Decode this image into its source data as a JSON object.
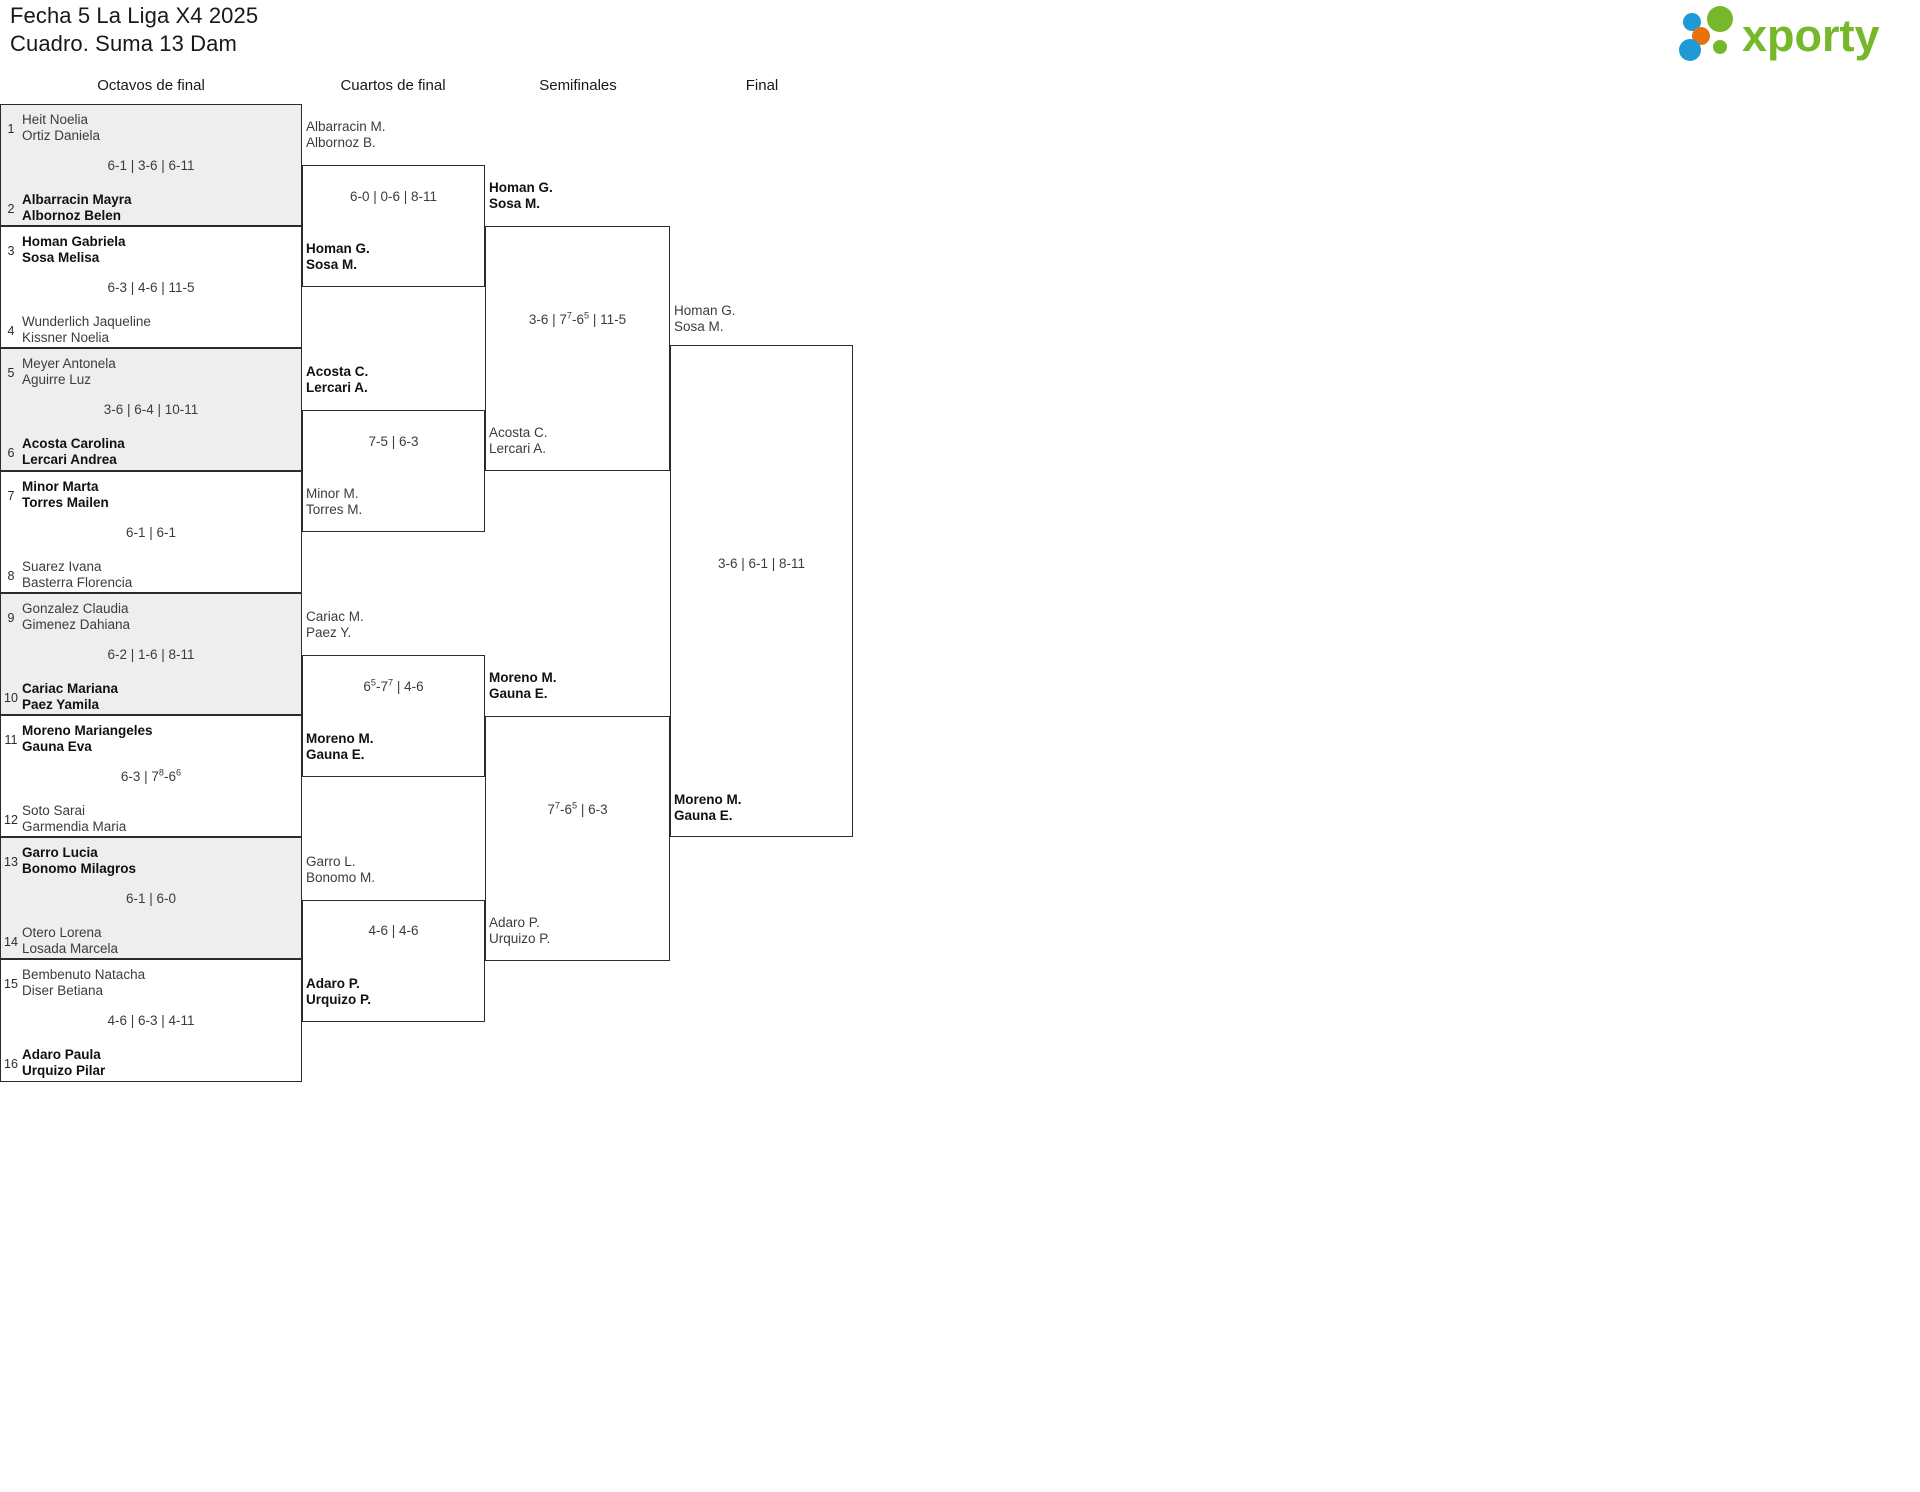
{
  "header": {
    "title": "Fecha 5 La Liga X4 2025\nCuadro. Suma 13 Dam",
    "logo_text": "xporty",
    "logo_colors": {
      "blue": "#1e9bd7",
      "orange": "#e8730c",
      "green": "#76b82a"
    }
  },
  "rounds": [
    {
      "key": "r16",
      "label": "Octavos de final"
    },
    {
      "key": "qf",
      "label": "Cuartos de final"
    },
    {
      "key": "sf",
      "label": "Semifinales"
    },
    {
      "key": "f",
      "label": "Final"
    }
  ],
  "round_of_16": [
    {
      "score": "6-1 | 3-6 | 6-11",
      "top": {
        "seed": "1",
        "p1": "Heit Noelia",
        "p2": "Ortiz Daniela",
        "winner": false
      },
      "bottom": {
        "seed": "2",
        "p1": "Albarracin Mayra",
        "p2": "Albornoz Belen",
        "winner": true
      }
    },
    {
      "score": "6-3 | 4-6 | 11-5",
      "top": {
        "seed": "3",
        "p1": "Homan Gabriela",
        "p2": "Sosa Melisa",
        "winner": true
      },
      "bottom": {
        "seed": "4",
        "p1": "Wunderlich Jaqueline",
        "p2": "Kissner Noelia",
        "winner": false
      }
    },
    {
      "score": "3-6 | 6-4 | 10-11",
      "top": {
        "seed": "5",
        "p1": "Meyer Antonela",
        "p2": "Aguirre Luz",
        "winner": false
      },
      "bottom": {
        "seed": "6",
        "p1": "Acosta Carolina",
        "p2": "Lercari Andrea",
        "winner": true
      }
    },
    {
      "score": "6-1 | 6-1",
      "top": {
        "seed": "7",
        "p1": "Minor Marta",
        "p2": "Torres Mailen",
        "winner": true
      },
      "bottom": {
        "seed": "8",
        "p1": "Suarez Ivana",
        "p2": "Basterra Florencia",
        "winner": false
      }
    },
    {
      "score": "6-2 | 1-6 | 8-11",
      "top": {
        "seed": "9",
        "p1": "Gonzalez Claudia",
        "p2": "Gimenez Dahiana",
        "winner": false
      },
      "bottom": {
        "seed": "10",
        "p1": "Cariac Mariana",
        "p2": "Paez Yamila",
        "winner": true
      }
    },
    {
      "score": "6-3 | 7<sup>8</sup>-6<sup>6</sup>",
      "top": {
        "seed": "11",
        "p1": "Moreno Mariangeles",
        "p2": "Gauna Eva",
        "winner": true
      },
      "bottom": {
        "seed": "12",
        "p1": "Soto Sarai",
        "p2": "Garmendia Maria",
        "winner": false
      }
    },
    {
      "score": "6-1 | 6-0",
      "top": {
        "seed": "13",
        "p1": "Garro Lucia",
        "p2": "Bonomo Milagros",
        "winner": true
      },
      "bottom": {
        "seed": "14",
        "p1": "Otero Lorena",
        "p2": "Losada Marcela",
        "winner": false
      }
    },
    {
      "score": "4-6 | 6-3 | 4-11",
      "top": {
        "seed": "15",
        "p1": "Bembenuto Natacha",
        "p2": "Diser Betiana",
        "winner": false
      },
      "bottom": {
        "seed": "16",
        "p1": "Adaro Paula",
        "p2": "Urquizo Pilar",
        "winner": true
      }
    }
  ],
  "quarterfinals": [
    {
      "score": "6-0 | 0-6 | 8-11",
      "top": {
        "p1": "Albarracin M.",
        "p2": "Albornoz B.",
        "winner": false
      },
      "bottom": {
        "p1": "Homan G.",
        "p2": "Sosa M.",
        "winner": true
      }
    },
    {
      "score": "7-5 | 6-3",
      "top": {
        "p1": "Acosta C.",
        "p2": "Lercari A.",
        "winner": true
      },
      "bottom": {
        "p1": "Minor M.",
        "p2": "Torres M.",
        "winner": false
      }
    },
    {
      "score": "6<sup>5</sup>-7<sup>7</sup> | 4-6",
      "top": {
        "p1": "Cariac M.",
        "p2": "Paez Y.",
        "winner": false
      },
      "bottom": {
        "p1": "Moreno M.",
        "p2": "Gauna E.",
        "winner": true
      }
    },
    {
      "score": "4-6 | 4-6",
      "top": {
        "p1": "Garro L.",
        "p2": "Bonomo M.",
        "winner": false
      },
      "bottom": {
        "p1": "Adaro P.",
        "p2": "Urquizo P.",
        "winner": true
      }
    }
  ],
  "semifinals": [
    {
      "score": "3-6 | 7<sup>7</sup>-6<sup>5</sup> | 11-5",
      "top": {
        "p1": "Homan G.",
        "p2": "Sosa M.",
        "winner": true
      },
      "bottom": {
        "p1": "Acosta C.",
        "p2": "Lercari A.",
        "winner": false
      }
    },
    {
      "score": "7<sup>7</sup>-6<sup>5</sup> | 6-3",
      "top": {
        "p1": "Moreno M.",
        "p2": "Gauna E.",
        "winner": true
      },
      "bottom": {
        "p1": "Adaro P.",
        "p2": "Urquizo P.",
        "winner": false
      }
    }
  ],
  "final": [
    {
      "score": "3-6 | 6-1 | 8-11",
      "top": {
        "p1": "Homan G.",
        "p2": "Sosa M.",
        "winner": false
      },
      "bottom": {
        "p1": "Moreno M.",
        "p2": "Gauna E.",
        "winner": true
      }
    }
  ]
}
